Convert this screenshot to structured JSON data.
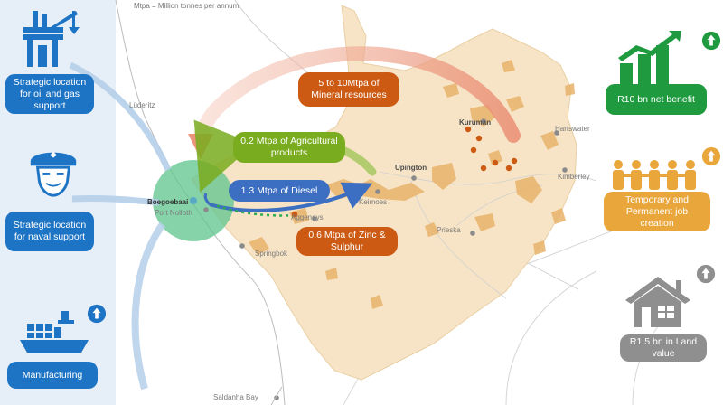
{
  "unit_note": "Mtpa = Million tonnes per annum",
  "colors": {
    "blue": "#1e74c4",
    "province_fill": "#f7e3c4",
    "cluster": "#e8b36b",
    "orange": "#cc5a12",
    "green": "#7aac1f",
    "diesel_blue": "#3c6ec2",
    "gold": "#e9a63b",
    "gray": "#8f8f8f",
    "hub": "#5ec48c"
  },
  "left_panel": {
    "oil_gas": {
      "icon": "oil-rig-icon",
      "label": "Strategic location for oil and gas support"
    },
    "naval": {
      "icon": "naval-officer-icon",
      "label": "Strategic location for naval support"
    },
    "manufacturing": {
      "icon": "container-ship-icon",
      "label": "Manufacturing",
      "trend": "up"
    }
  },
  "right_panel": {
    "net_benefit": {
      "icon": "growth-bars-icon",
      "label": "R10 bn net benefit",
      "trend": "up"
    },
    "jobs": {
      "icon": "people-chain-icon",
      "label": "Temporary and Permanent job creation",
      "trend": "up"
    },
    "land": {
      "icon": "house-icon",
      "label": "R1.5 bn in Land value",
      "trend": "up"
    }
  },
  "flows": [
    {
      "id": "minerals",
      "label": "5 to 10Mtpa of Mineral resources",
      "color": "#cc5a12"
    },
    {
      "id": "agri",
      "label": "0.2 Mtpa of Agricultural products",
      "color": "#7aac1f"
    },
    {
      "id": "diesel",
      "label": "1.3 Mtpa of Diesel",
      "color": "#3c6ec2"
    },
    {
      "id": "zinc",
      "label": "0.6 Mtpa of Zinc & Sulphur",
      "color": "#cc5a12"
    }
  ],
  "places": {
    "luderitz": "Lüderitz",
    "boegoebaai": "Boegoebaai",
    "port_nolloth": "Port Nolloth",
    "springbok": "Springbok",
    "aggeneys": "Aggeneys",
    "keimoes": "Keimoes",
    "upington": "Upington",
    "prieska": "Prieska",
    "kuruman": "Kuruman",
    "hartswater": "Hartswater",
    "kimberley": "Kimberley",
    "saldanha_bay": "Saldanha Bay"
  }
}
